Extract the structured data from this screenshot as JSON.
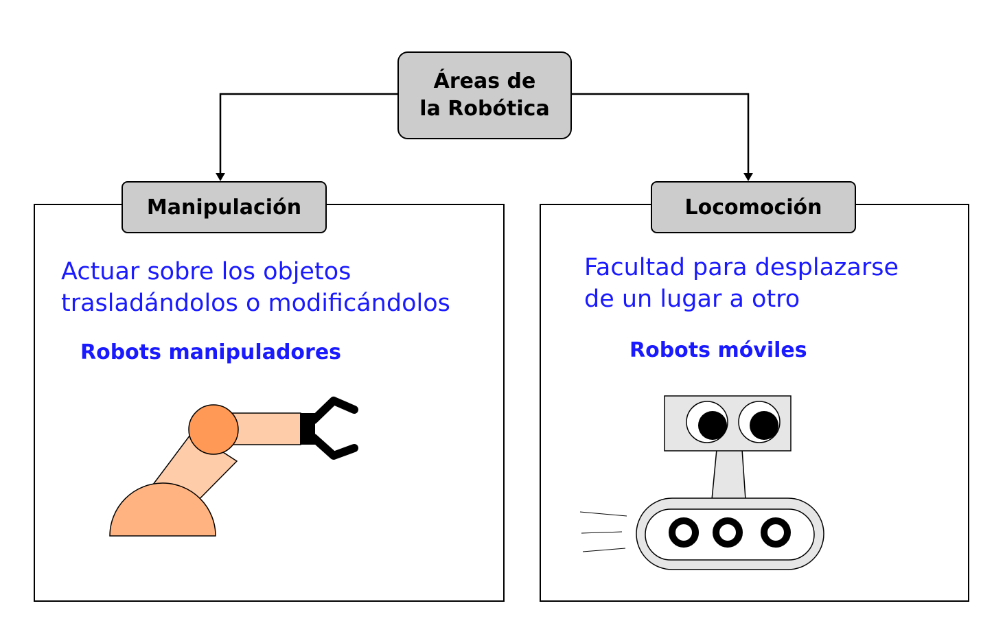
{
  "root": {
    "line1": "Áreas de",
    "line2": "la Robótica"
  },
  "branches": [
    {
      "title": "Manipulación",
      "description_line1": "Actuar sobre los objetos",
      "description_line2": "trasladándolos o modificándolos",
      "example": "Robots manipuladores",
      "illustration": "robot-arm-icon"
    },
    {
      "title": "Locomoción",
      "description_line1": "Facultad para desplazarse",
      "description_line2": "de un lugar a otro",
      "example": "Robots móviles",
      "illustration": "mobile-robot-icon"
    }
  ],
  "colors": {
    "node_fill": "#cccccc",
    "description_text": "#1a1aff",
    "arm_joint": "#ff9955",
    "arm_link": "#ffccaa",
    "arm_base": "#ffb380",
    "robot_body": "#e6e6e6"
  }
}
